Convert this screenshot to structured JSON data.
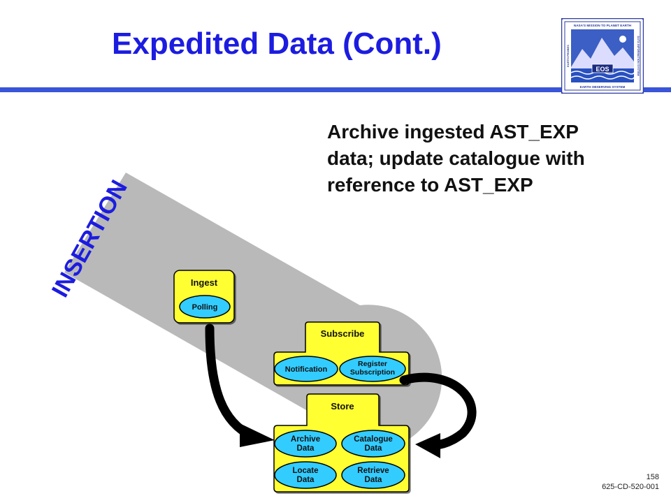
{
  "slide": {
    "title": "Expedited Data (Cont.)",
    "caption": "Archive ingested AST_EXP data; update catalogue with reference to AST_EXP",
    "page_number": "158",
    "doc_id": "625-CD-520-001"
  },
  "logo": {
    "top_text": "NASA'S MISSION TO PLANET EARTH",
    "badge": "EOS",
    "bottom_text": "EARTH OBSERVING SYSTEM",
    "left_text": "EARTH PROBES",
    "right_text": "DATA INFORMATION SYSTEM"
  },
  "diagram": {
    "band_label": "INSERTION",
    "ingest": {
      "title": "Ingest",
      "oval": "Polling"
    },
    "subscribe": {
      "title": "Subscribe",
      "ovals": [
        {
          "lines": [
            "Notification"
          ]
        },
        {
          "lines": [
            "Register",
            "Subscription"
          ]
        }
      ]
    },
    "store": {
      "title": "Store",
      "ovals": [
        {
          "lines": [
            "Archive",
            "Data"
          ]
        },
        {
          "lines": [
            "Catalogue",
            "Data"
          ]
        },
        {
          "lines": [
            "Locate",
            "Data"
          ]
        },
        {
          "lines": [
            "Retrieve",
            "Data"
          ]
        }
      ]
    }
  },
  "colors": {
    "title": "#1c1ce0",
    "rule": "#3a55d8",
    "band": "#b9b9b9",
    "band_label": "#1c1ce0",
    "box_fill": "#ffff33",
    "oval_fill": "#33ccff",
    "arrow": "#000000"
  }
}
